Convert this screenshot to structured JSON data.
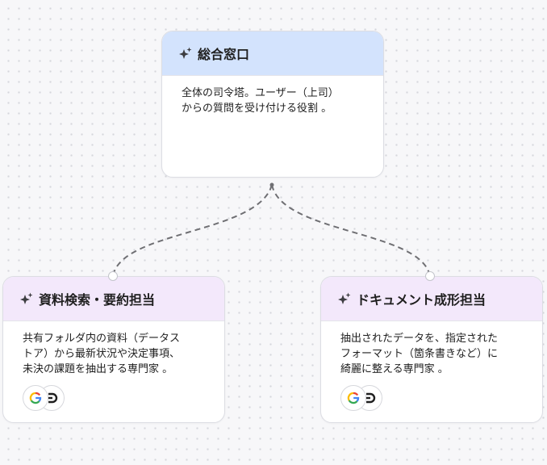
{
  "nodes": {
    "root": {
      "title": "総合窓口",
      "description_lines": [
        "全体の司令塔。ユーザー（上司）",
        "からの質問を受け付ける役割 。"
      ],
      "header_color": "#d3e3fd"
    },
    "search": {
      "title": "資料検索・要約担当",
      "description_lines": [
        "共有フォルダ内の資料（データス",
        "トア）から最新状況や決定事項、",
        "未決の課題を抽出する専門家 。"
      ],
      "header_color": "#f3e8fb",
      "tools": [
        "google-icon",
        "datastore-icon"
      ]
    },
    "document": {
      "title": "ドキュメント成形担当",
      "description_lines": [
        "抽出されたデータを、指定された",
        "フォーマット（箇条書きなど）に",
        "綺麗に整える専門家 。"
      ],
      "header_color": "#f3e8fb",
      "tools": [
        "google-icon",
        "datastore-icon"
      ]
    }
  },
  "edges": [
    {
      "from": "root",
      "to": "search",
      "style": "dashed"
    },
    {
      "from": "root",
      "to": "document",
      "style": "dashed"
    }
  ],
  "colors": {
    "connector": "#6f6f73",
    "google_blue": "#4285f4",
    "google_red": "#ea4335",
    "google_yellow": "#fbbc05",
    "google_green": "#34a853"
  }
}
